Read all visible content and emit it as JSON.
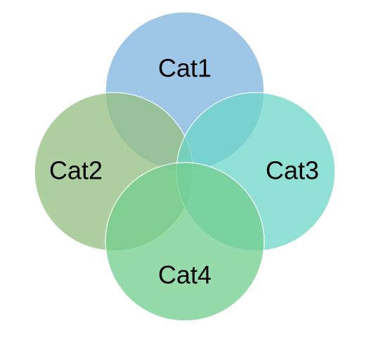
{
  "diagram": {
    "type": "four-circle-overlap",
    "circles": [
      {
        "label": "Cat1",
        "color": "#7EB4DF"
      },
      {
        "label": "Cat2",
        "color": "#94C07F"
      },
      {
        "label": "Cat3",
        "color": "#6DD6C8"
      },
      {
        "label": "Cat4",
        "color": "#72CE8D"
      }
    ]
  }
}
